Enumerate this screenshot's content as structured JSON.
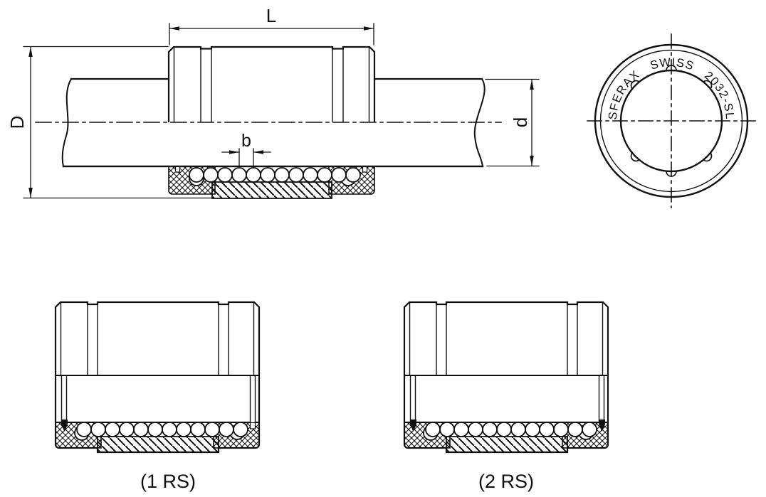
{
  "page": {
    "background": "#ffffff",
    "line_color": "#111111"
  },
  "main_view": {
    "dim_length": "L",
    "dim_outer_diameter": "D",
    "dim_shaft_diameter": "d",
    "dim_ball_pitch": "b"
  },
  "end_view": {
    "ring_marking": "SFERAX SWISS 2032-SL"
  },
  "variant_views": [
    {
      "caption": "(1 RS)"
    },
    {
      "caption": "(2 RS)"
    }
  ]
}
